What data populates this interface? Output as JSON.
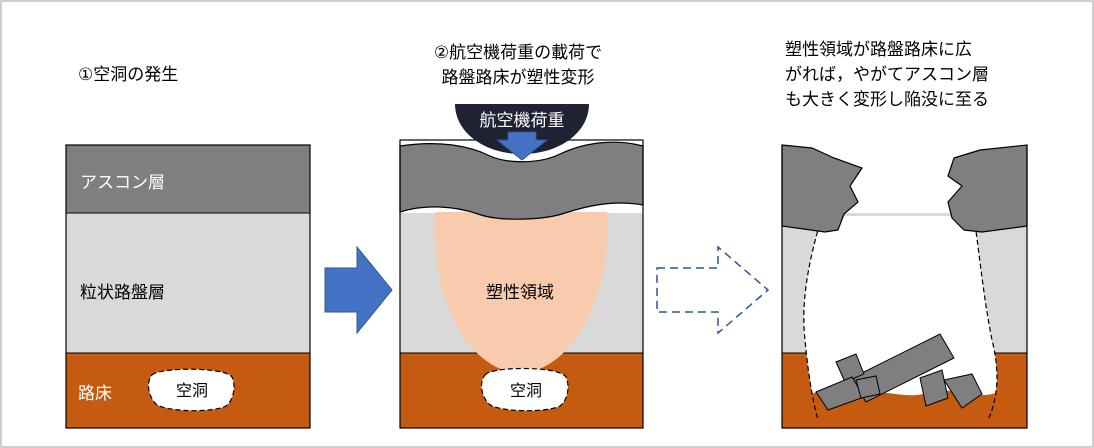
{
  "panels": {
    "stage1": {
      "caption": "①空洞の発生",
      "layers": {
        "asphalt": "アスコン層",
        "granular_base": "粒状路盤層",
        "subgrade": "路床"
      },
      "cavity": "空洞"
    },
    "stage2": {
      "caption_line1": "②航空機荷重の載荷で",
      "caption_line2": "路盤路床が塑性変形",
      "load_label": "航空機荷重",
      "plastic_zone": "塑性領域",
      "cavity": "空洞"
    },
    "stage3": {
      "caption_line1": "塑性領域が路盤路床に広",
      "caption_line2": "がれば，やがてアスコン層",
      "caption_line3": "も大きく変形し陥没に至る"
    }
  },
  "colors": {
    "asphalt": "#7f7f7f",
    "granular_base": "#d9d9d9",
    "subgrade": "#c55a11",
    "plastic_zone": "#f8cbad",
    "arrow_solid": "#4472c4",
    "arrow_dashed": "#2f5597",
    "load_body": "#1f2233"
  },
  "icons": [
    "arrow-right-icon",
    "dashed-arrow-right-icon",
    "load-arrow-down-icon"
  ]
}
